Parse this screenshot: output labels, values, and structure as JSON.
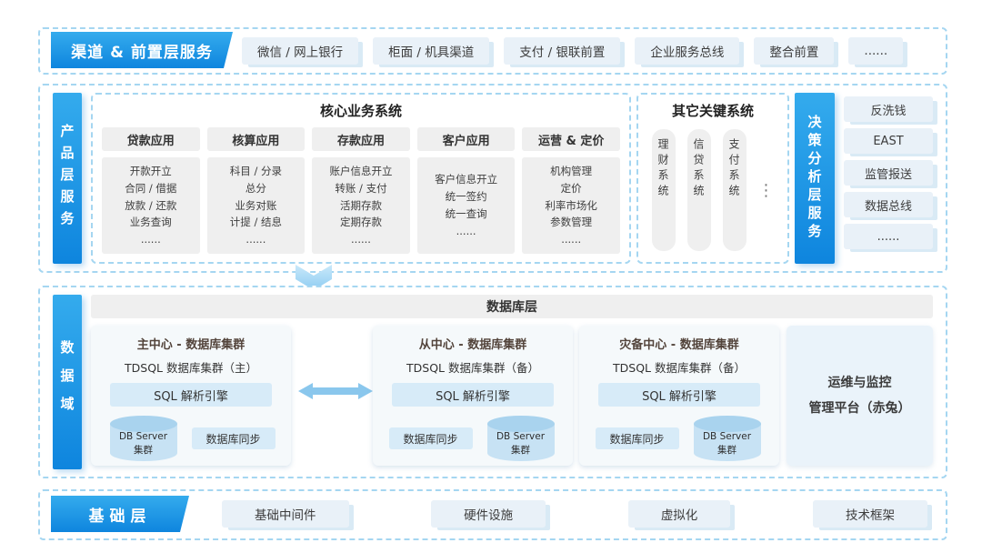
{
  "channel_layer": {
    "label": "渠道 & 前置层服务",
    "items": [
      "微信 / 网上银行",
      "柜面 / 机具渠道",
      "支付 / 银联前置",
      "企业服务总线",
      "整合前置",
      "......"
    ]
  },
  "product_layer": {
    "label": "产品层服务",
    "core_system": {
      "title": "核心业务系统",
      "columns": [
        {
          "header": "贷款应用",
          "lines": [
            "开款开立",
            "合同 / 借据",
            "放款 / 还款",
            "业务查询",
            "......"
          ]
        },
        {
          "header": "核算应用",
          "lines": [
            "科目 / 分录",
            "总分",
            "业务对账",
            "计提 / 结息",
            "......"
          ]
        },
        {
          "header": "存款应用",
          "lines": [
            "账户信息开立",
            "转账 / 支付",
            "活期存款",
            "定期存款",
            "......"
          ]
        },
        {
          "header": "客户应用",
          "lines": [
            "客户信息开立",
            "统一签约",
            "统一查询",
            "......"
          ]
        },
        {
          "header": "运营 & 定价",
          "lines": [
            "机构管理",
            "定价",
            "利率市场化",
            "参数管理",
            "......"
          ]
        }
      ]
    },
    "other_systems": {
      "title": "其它关键系统",
      "items": [
        "理财系统",
        "信贷系统",
        "支付系统"
      ],
      "more": "⋮"
    },
    "decision_layer": {
      "label": "决策分析层服务",
      "items": [
        "反洗钱",
        "EAST",
        "监管报送",
        "数据总线",
        "......"
      ]
    }
  },
  "data_domain": {
    "label": "数据域",
    "db_layer_title": "数据库层",
    "clusters": [
      {
        "title": "主中心 - 数据库集群",
        "subtitle": "TDSQL 数据库集群（主）",
        "engine": "SQL 解析引擎",
        "sync": "数据库同步",
        "server_line1": "DB Server",
        "server_line2": "集群"
      },
      {
        "title": "从中心 - 数据库集群",
        "subtitle": "TDSQL 数据库集群（备）",
        "engine": "SQL 解析引擎",
        "sync": "数据库同步",
        "server_line1": "DB Server",
        "server_line2": "集群"
      },
      {
        "title": "灾备中心 - 数据库集群",
        "subtitle": "TDSQL 数据库集群（备）",
        "engine": "SQL 解析引擎",
        "sync": "数据库同步",
        "server_line1": "DB Server",
        "server_line2": "集群"
      }
    ],
    "ops_platform": {
      "line1": "运维与监控",
      "line2": "管理平台（赤兔）"
    }
  },
  "foundation_layer": {
    "label": "基础层",
    "items": [
      "基础中间件",
      "硬件设施",
      "虚拟化",
      "技术框架"
    ]
  },
  "icons": {
    "flow_down_arrow": "chevron-down",
    "replication_arrow": "double-headed-arrow",
    "db_server": "database-cylinder"
  },
  "colors": {
    "accent_blue": "#1693E4",
    "band_border": "#A5D6F1",
    "card_bg": "#E9F1F8",
    "gray_box": "#EFEFEF",
    "chip_blue": "#D7EBF8",
    "cluster_bg": "#F5F9FB",
    "cluster_title_text": "#53443B",
    "arrow_blue": "#8AC7ED"
  }
}
